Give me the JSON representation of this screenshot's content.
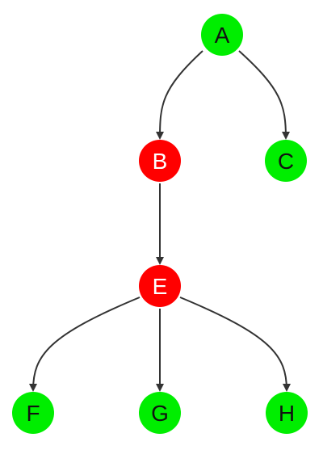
{
  "graph": {
    "colors": {
      "highlight": "#ff0000",
      "normal": "#00ee00",
      "edge": "#333333",
      "label_on_highlight": "#ffffff",
      "label_on_normal": "#111111"
    },
    "nodes": [
      {
        "id": "A",
        "label": "A",
        "state": "normal"
      },
      {
        "id": "B",
        "label": "B",
        "state": "highlight"
      },
      {
        "id": "C",
        "label": "C",
        "state": "normal"
      },
      {
        "id": "E",
        "label": "E",
        "state": "highlight"
      },
      {
        "id": "F",
        "label": "F",
        "state": "normal"
      },
      {
        "id": "G",
        "label": "G",
        "state": "normal"
      },
      {
        "id": "H",
        "label": "H",
        "state": "normal"
      }
    ],
    "edges": [
      {
        "from": "A",
        "to": "B"
      },
      {
        "from": "A",
        "to": "C"
      },
      {
        "from": "B",
        "to": "E"
      },
      {
        "from": "E",
        "to": "F"
      },
      {
        "from": "E",
        "to": "G"
      },
      {
        "from": "E",
        "to": "H"
      }
    ]
  }
}
